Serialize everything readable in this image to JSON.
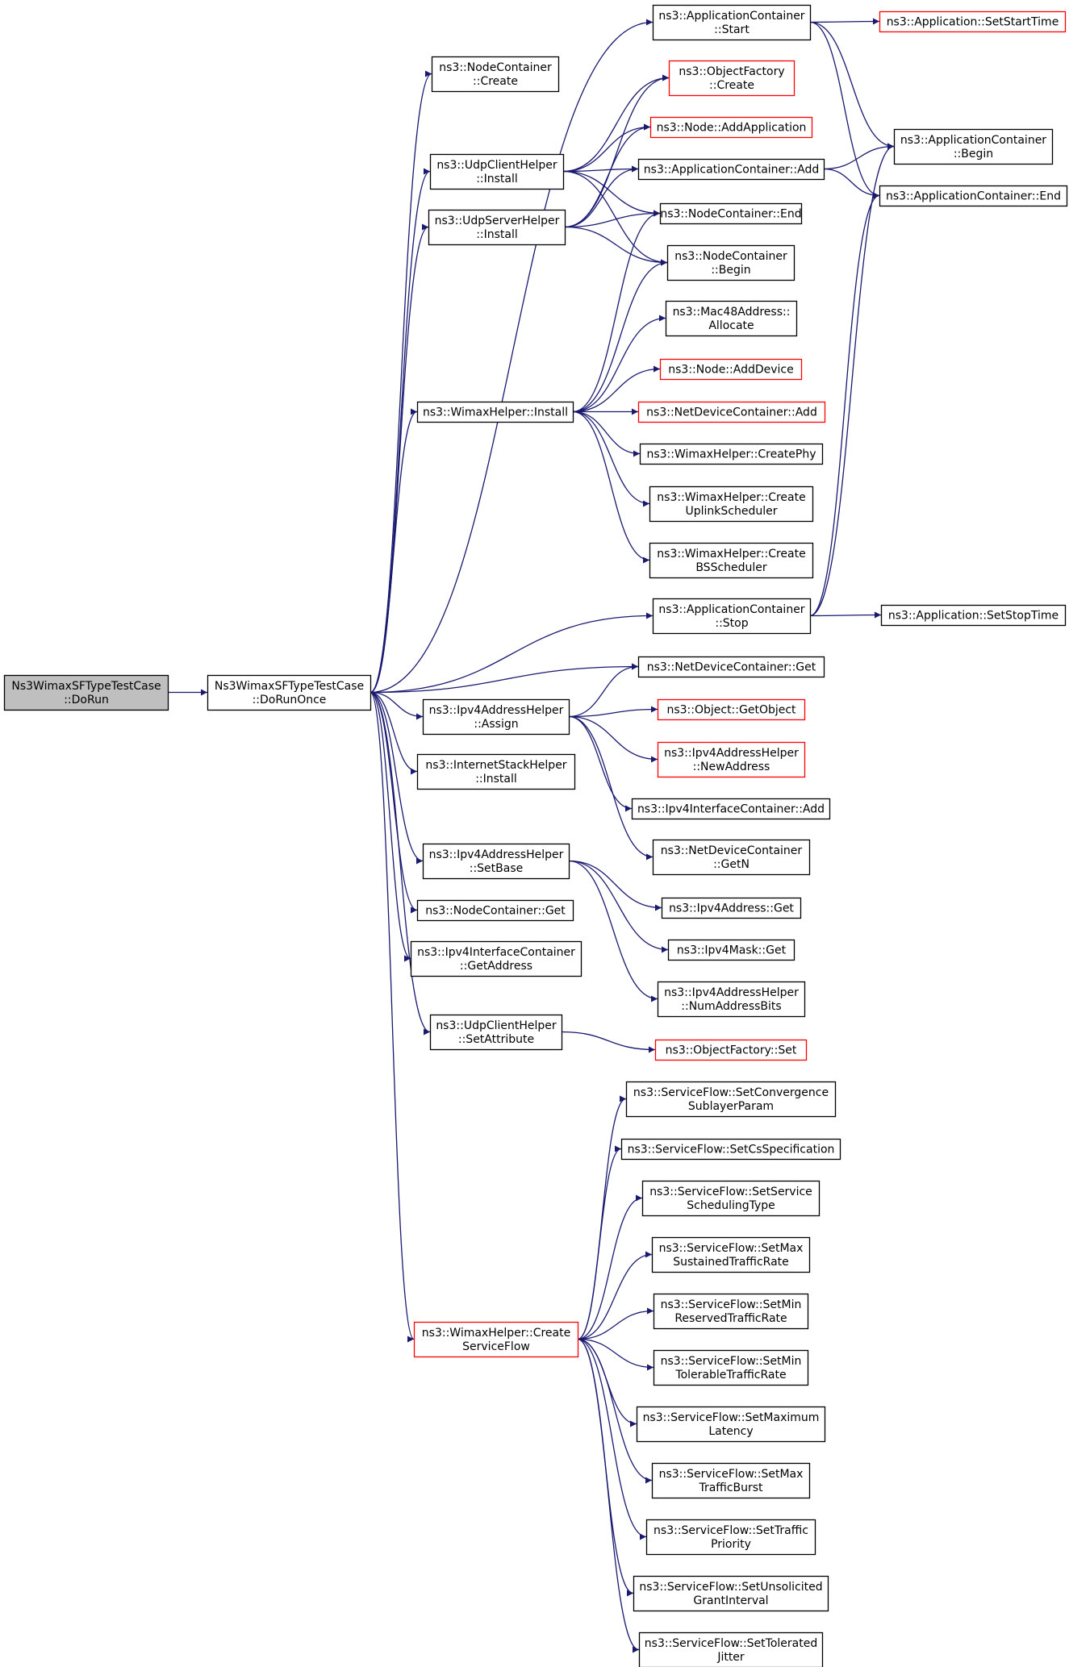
{
  "colors": {
    "edge": "#191970",
    "normal_border": "#000000",
    "red_border": "#ff0000",
    "root_fill": "#bfbfbf",
    "node_fill": "#ffffff"
  },
  "nodes": [
    {
      "id": "dorun",
      "lines": [
        "Ns3WimaxSFTypeTestCase",
        "::DoRun"
      ],
      "style": "root"
    },
    {
      "id": "dorunonce",
      "lines": [
        "Ns3WimaxSFTypeTestCase",
        "::DoRunOnce"
      ],
      "style": "normal"
    },
    {
      "id": "nc_create",
      "lines": [
        "ns3::NodeContainer",
        "::Create"
      ],
      "style": "normal"
    },
    {
      "id": "udpclient_install",
      "lines": [
        "ns3::UdpClientHelper",
        "::Install"
      ],
      "style": "normal"
    },
    {
      "id": "udpserver_install",
      "lines": [
        "ns3::UdpServerHelper",
        "::Install"
      ],
      "style": "normal"
    },
    {
      "id": "wimax_install",
      "lines": [
        "ns3::WimaxHelper::Install"
      ],
      "style": "normal"
    },
    {
      "id": "ipv4ah_assign",
      "lines": [
        "ns3::Ipv4AddressHelper",
        "::Assign"
      ],
      "style": "normal"
    },
    {
      "id": "inetstack_install",
      "lines": [
        "ns3::InternetStackHelper",
        "::Install"
      ],
      "style": "normal"
    },
    {
      "id": "ipv4ah_setbase",
      "lines": [
        "ns3::Ipv4AddressHelper",
        "::SetBase"
      ],
      "style": "normal"
    },
    {
      "id": "nc_get",
      "lines": [
        "ns3::NodeContainer::Get"
      ],
      "style": "normal"
    },
    {
      "id": "ipv4ic_getaddress",
      "lines": [
        "ns3::Ipv4InterfaceContainer",
        "::GetAddress"
      ],
      "style": "normal"
    },
    {
      "id": "udpclient_setattr",
      "lines": [
        "ns3::UdpClientHelper",
        "::SetAttribute"
      ],
      "style": "normal"
    },
    {
      "id": "wimax_createsf",
      "lines": [
        "ns3::WimaxHelper::Create",
        "ServiceFlow"
      ],
      "style": "red"
    },
    {
      "id": "ac_start",
      "lines": [
        "ns3::ApplicationContainer",
        "::Start"
      ],
      "style": "normal"
    },
    {
      "id": "of_create",
      "lines": [
        "ns3::ObjectFactory",
        "::Create"
      ],
      "style": "red"
    },
    {
      "id": "node_addapp",
      "lines": [
        "ns3::Node::AddApplication"
      ],
      "style": "red"
    },
    {
      "id": "ac_add",
      "lines": [
        "ns3::ApplicationContainer::Add"
      ],
      "style": "normal"
    },
    {
      "id": "nc_end",
      "lines": [
        "ns3::NodeContainer::End"
      ],
      "style": "normal"
    },
    {
      "id": "nc_begin",
      "lines": [
        "ns3::NodeContainer",
        "::Begin"
      ],
      "style": "normal"
    },
    {
      "id": "mac48_allocate",
      "lines": [
        "ns3::Mac48Address::",
        "Allocate"
      ],
      "style": "normal"
    },
    {
      "id": "node_adddevice",
      "lines": [
        "ns3::Node::AddDevice"
      ],
      "style": "red"
    },
    {
      "id": "ndc_add",
      "lines": [
        "ns3::NetDeviceContainer::Add"
      ],
      "style": "red"
    },
    {
      "id": "wimax_createphy",
      "lines": [
        "ns3::WimaxHelper::CreatePhy"
      ],
      "style": "normal"
    },
    {
      "id": "wimax_createuplink",
      "lines": [
        "ns3::WimaxHelper::Create",
        "UplinkScheduler"
      ],
      "style": "normal"
    },
    {
      "id": "wimax_createbs",
      "lines": [
        "ns3::WimaxHelper::Create",
        "BSScheduler"
      ],
      "style": "normal"
    },
    {
      "id": "ac_stop",
      "lines": [
        "ns3::ApplicationContainer",
        "::Stop"
      ],
      "style": "normal"
    },
    {
      "id": "ndc_get",
      "lines": [
        "ns3::NetDeviceContainer::Get"
      ],
      "style": "normal"
    },
    {
      "id": "obj_getobject",
      "lines": [
        "ns3::Object::GetObject"
      ],
      "style": "red"
    },
    {
      "id": "ipv4ah_newaddress",
      "lines": [
        "ns3::Ipv4AddressHelper",
        "::NewAddress"
      ],
      "style": "red"
    },
    {
      "id": "ipv4ic_add",
      "lines": [
        "ns3::Ipv4InterfaceContainer::Add"
      ],
      "style": "normal"
    },
    {
      "id": "ndc_getn",
      "lines": [
        "ns3::NetDeviceContainer",
        "::GetN"
      ],
      "style": "normal"
    },
    {
      "id": "ipv4addr_get",
      "lines": [
        "ns3::Ipv4Address::Get"
      ],
      "style": "normal"
    },
    {
      "id": "ipv4mask_get",
      "lines": [
        "ns3::Ipv4Mask::Get"
      ],
      "style": "normal"
    },
    {
      "id": "ipv4ah_numbits",
      "lines": [
        "ns3::Ipv4AddressHelper",
        "::NumAddressBits"
      ],
      "style": "normal"
    },
    {
      "id": "of_set",
      "lines": [
        "ns3::ObjectFactory::Set"
      ],
      "style": "red"
    },
    {
      "id": "app_setstart",
      "lines": [
        "ns3::Application::SetStartTime"
      ],
      "style": "red"
    },
    {
      "id": "ac_begin",
      "lines": [
        "ns3::ApplicationContainer",
        "::Begin"
      ],
      "style": "normal"
    },
    {
      "id": "ac_end",
      "lines": [
        "ns3::ApplicationContainer::End"
      ],
      "style": "normal"
    },
    {
      "id": "app_setstop",
      "lines": [
        "ns3::Application::SetStopTime"
      ],
      "style": "normal"
    },
    {
      "id": "sf_setconv",
      "lines": [
        "ns3::ServiceFlow::SetConvergence",
        "SublayerParam"
      ],
      "style": "normal"
    },
    {
      "id": "sf_setcsspec",
      "lines": [
        "ns3::ServiceFlow::SetCsSpecification"
      ],
      "style": "normal"
    },
    {
      "id": "sf_setsched",
      "lines": [
        "ns3::ServiceFlow::SetService",
        "SchedulingType"
      ],
      "style": "normal"
    },
    {
      "id": "sf_setmaxsust",
      "lines": [
        "ns3::ServiceFlow::SetMax",
        "SustainedTrafficRate"
      ],
      "style": "normal"
    },
    {
      "id": "sf_setminres",
      "lines": [
        "ns3::ServiceFlow::SetMin",
        "ReservedTrafficRate"
      ],
      "style": "normal"
    },
    {
      "id": "sf_setmintol",
      "lines": [
        "ns3::ServiceFlow::SetMin",
        "TolerableTrafficRate"
      ],
      "style": "normal"
    },
    {
      "id": "sf_setmaxlat",
      "lines": [
        "ns3::ServiceFlow::SetMaximum",
        "Latency"
      ],
      "style": "normal"
    },
    {
      "id": "sf_setmaxburst",
      "lines": [
        "ns3::ServiceFlow::SetMax",
        "TrafficBurst"
      ],
      "style": "normal"
    },
    {
      "id": "sf_setprio",
      "lines": [
        "ns3::ServiceFlow::SetTraffic",
        "Priority"
      ],
      "style": "normal"
    },
    {
      "id": "sf_setunsol",
      "lines": [
        "ns3::ServiceFlow::SetUnsolicited",
        "GrantInterval"
      ],
      "style": "normal"
    },
    {
      "id": "sf_settoljit",
      "lines": [
        "ns3::ServiceFlow::SetTolerated",
        "Jitter"
      ],
      "style": "normal"
    }
  ],
  "edges": [
    [
      "dorun",
      "dorunonce"
    ],
    [
      "dorunonce",
      "nc_create"
    ],
    [
      "dorunonce",
      "udpclient_install"
    ],
    [
      "dorunonce",
      "udpserver_install"
    ],
    [
      "dorunonce",
      "wimax_install"
    ],
    [
      "dorunonce",
      "ac_start"
    ],
    [
      "dorunonce",
      "ac_stop"
    ],
    [
      "dorunonce",
      "ndc_get"
    ],
    [
      "dorunonce",
      "ipv4ah_assign"
    ],
    [
      "dorunonce",
      "inetstack_install"
    ],
    [
      "dorunonce",
      "ipv4ah_setbase"
    ],
    [
      "dorunonce",
      "nc_get"
    ],
    [
      "dorunonce",
      "ipv4ic_getaddress"
    ],
    [
      "dorunonce",
      "udpclient_setattr"
    ],
    [
      "dorunonce",
      "wimax_createsf"
    ],
    [
      "ac_start",
      "app_setstart"
    ],
    [
      "ac_start",
      "ac_begin"
    ],
    [
      "ac_start",
      "ac_end"
    ],
    [
      "udpclient_install",
      "of_create"
    ],
    [
      "udpclient_install",
      "node_addapp"
    ],
    [
      "udpclient_install",
      "ac_add"
    ],
    [
      "udpclient_install",
      "nc_end"
    ],
    [
      "udpclient_install",
      "nc_begin"
    ],
    [
      "udpserver_install",
      "of_create"
    ],
    [
      "udpserver_install",
      "node_addapp"
    ],
    [
      "udpserver_install",
      "ac_add"
    ],
    [
      "udpserver_install",
      "nc_end"
    ],
    [
      "udpserver_install",
      "nc_begin"
    ],
    [
      "ac_add",
      "ac_begin"
    ],
    [
      "ac_add",
      "ac_end"
    ],
    [
      "wimax_install",
      "nc_end"
    ],
    [
      "wimax_install",
      "nc_begin"
    ],
    [
      "wimax_install",
      "mac48_allocate"
    ],
    [
      "wimax_install",
      "node_adddevice"
    ],
    [
      "wimax_install",
      "ndc_add"
    ],
    [
      "wimax_install",
      "wimax_createphy"
    ],
    [
      "wimax_install",
      "wimax_createuplink"
    ],
    [
      "wimax_install",
      "wimax_createbs"
    ],
    [
      "ac_stop",
      "app_setstop"
    ],
    [
      "ac_stop",
      "ac_begin"
    ],
    [
      "ac_stop",
      "ac_end"
    ],
    [
      "ipv4ah_assign",
      "ndc_get"
    ],
    [
      "ipv4ah_assign",
      "obj_getobject"
    ],
    [
      "ipv4ah_assign",
      "ipv4ah_newaddress"
    ],
    [
      "ipv4ah_assign",
      "ipv4ic_add"
    ],
    [
      "ipv4ah_assign",
      "ndc_getn"
    ],
    [
      "ipv4ah_setbase",
      "ipv4addr_get"
    ],
    [
      "ipv4ah_setbase",
      "ipv4mask_get"
    ],
    [
      "ipv4ah_setbase",
      "ipv4ah_numbits"
    ],
    [
      "udpclient_setattr",
      "of_set"
    ],
    [
      "wimax_createsf",
      "sf_setconv"
    ],
    [
      "wimax_createsf",
      "sf_setcsspec"
    ],
    [
      "wimax_createsf",
      "sf_setsched"
    ],
    [
      "wimax_createsf",
      "sf_setmaxsust"
    ],
    [
      "wimax_createsf",
      "sf_setminres"
    ],
    [
      "wimax_createsf",
      "sf_setmintol"
    ],
    [
      "wimax_createsf",
      "sf_setmaxlat"
    ],
    [
      "wimax_createsf",
      "sf_setmaxburst"
    ],
    [
      "wimax_createsf",
      "sf_setprio"
    ],
    [
      "wimax_createsf",
      "sf_setunsol"
    ],
    [
      "wimax_createsf",
      "sf_settoljit"
    ]
  ]
}
